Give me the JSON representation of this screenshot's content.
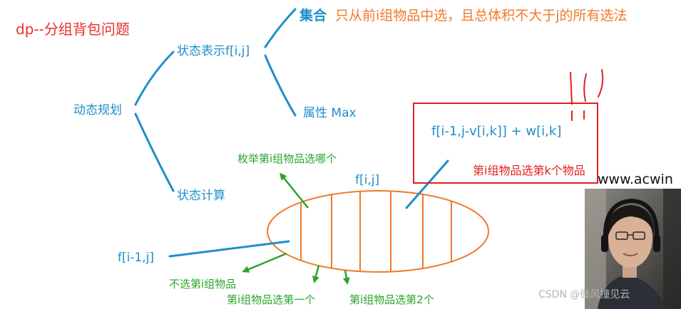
{
  "title": "dp--分组背包问题",
  "tree": {
    "root": "动态规划",
    "state_representation": "状态表示f[i,j]",
    "state_computation": "状态计算"
  },
  "state_representation": {
    "set_label": "集合",
    "set_description": "只从前i组物品中选，且总体积不大于j的所有选法",
    "attribute": "属性 Max"
  },
  "state_computation": {
    "ellipse_label": "f[i,j]",
    "previous_state": "f[i-1,j]",
    "enumerate_label": "枚举第i组物品选哪个",
    "skip_label": "不选第i组物品",
    "pick_first_label": "第i组物品选第一个",
    "pick_second_label": "第i组物品选第2个"
  },
  "formula_box": {
    "formula": "f[i-1,j-v[i,k]] + w[i,k]",
    "note": "第i组物品选第k个物品"
  },
  "overlay": {
    "site_text": "www.acwin",
    "watermark": "CSDN @微风撞见云"
  },
  "colors": {
    "title": "#e8302a",
    "tree": "#1f8ec9",
    "description": "#f07a2a",
    "ellipse": "#f07a2a",
    "annotations": "#2aa52a",
    "formula_box": "#e02020"
  }
}
